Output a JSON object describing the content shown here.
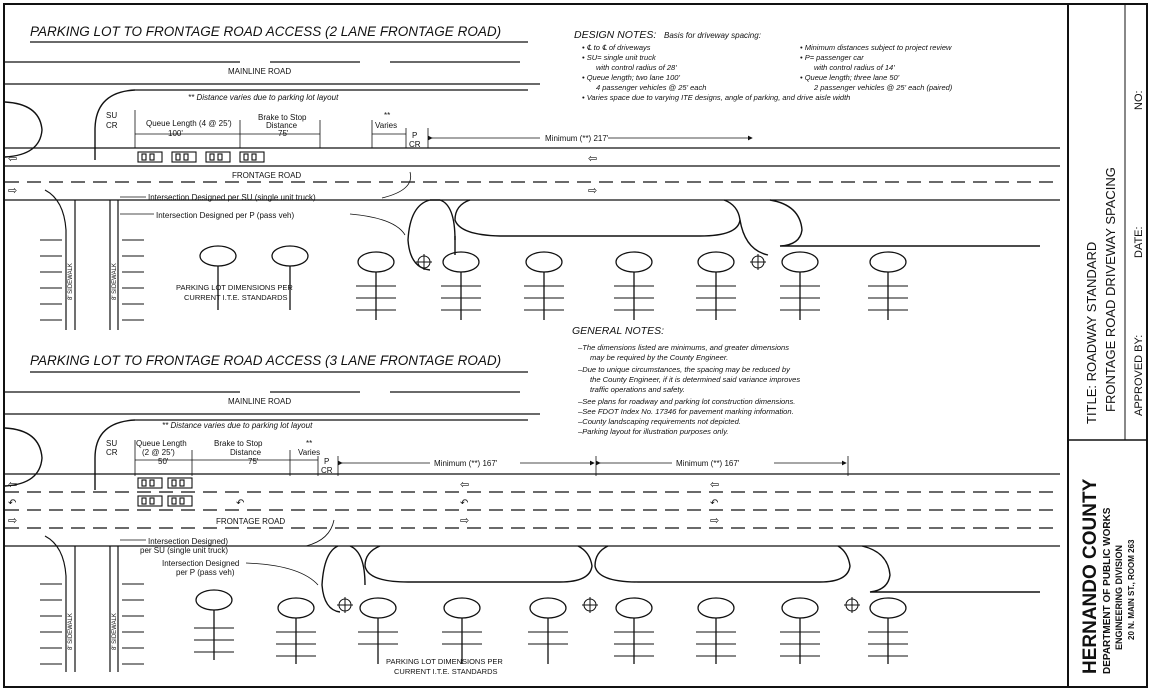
{
  "top_section": {
    "title": "PARKING LOT TO FRONTAGE ROAD ACCESS (2 LANE FRONTAGE ROAD)",
    "mainline_label": "MAINLINE ROAD",
    "distance_note": "** Distance varies due to parking lot layout",
    "su_label": "SU",
    "cr_label": "CR",
    "queue_label": "Queue Length (4 @ 25')",
    "queue_value": "100'",
    "brake_label_1": "Brake to Stop",
    "brake_label_2": "Distance",
    "brake_value": "75'",
    "varies_star": "**",
    "varies_label": "Varies",
    "p_label": "P",
    "p_cr_label": "CR",
    "minimum_label": "Minimum (**) 217'",
    "frontage_label": "FRONTAGE ROAD",
    "su_intersection": "Intersection Designed per SU (single unit truck)",
    "p_intersection": "Intersection Designed per P (pass veh)",
    "sidewalk_label": "8' SIDEWALK",
    "parking_note_1": "PARKING LOT DIMENSIONS PER",
    "parking_note_2": "CURRENT I.T.E. STANDARDS"
  },
  "design_notes": {
    "heading": "DESIGN NOTES:",
    "subheading": "Basis for driveway spacing:",
    "left": [
      "• ℄ to ℄ of driveways",
      "• SU= single unit truck",
      "with control radius of 28'",
      "• Queue length; two lane 100'",
      "4 passenger vehicles @ 25' each",
      "• Varies space due to varying ITE designs, angle of parking, and drive aisle width"
    ],
    "right": [
      "• Minimum distances subject to project review",
      "• P= passenger car",
      "with control radius of 14'",
      "• Queue length; three lane 50'",
      "2 passenger vehicles @ 25' each (paired)"
    ]
  },
  "general_notes": {
    "heading": "GENERAL NOTES:",
    "lines": [
      "–The dimensions listed are minimums, and greater dimensions",
      "may be required by the County Engineer.",
      "–Due to unique circumstances, the spacing may be reduced by",
      "the County Engineer, if it is determined said variance improves",
      "traffic operations and safety.",
      "–See plans for roadway and parking lot construction dimensions.",
      "–See FDOT Index No. 17346 for pavement marking information.",
      "–County landscaping requirements not depicted.",
      "–Parking layout for illustration purposes only."
    ]
  },
  "bottom_section": {
    "title": "PARKING LOT TO FRONTAGE ROAD ACCESS (3 LANE FRONTAGE ROAD)",
    "mainline_label": "MAINLINE ROAD",
    "distance_note": "** Distance varies due to parking lot layout",
    "su_label": "SU",
    "cr_label": "CR",
    "queue_label_1": "Queue Length",
    "queue_label_2": "(2 @ 25')",
    "queue_value": "50'",
    "brake_label_1": "Brake to Stop",
    "brake_label_2": "Distance",
    "brake_value": "75'",
    "varies_star": "**",
    "varies_label": "Varies",
    "p_label": "P",
    "p_cr_label": "CR",
    "minimum_1": "Minimum (**) 167'",
    "minimum_2": "Minimum (**) 167'",
    "frontage_label": "FRONTAGE ROAD",
    "su_intersection_1": "Intersection Designed)",
    "su_intersection_2": "per SU (single unit truck)",
    "p_intersection_1": "Intersection Designed",
    "p_intersection_2": "per P (pass veh)",
    "sidewalk_label": "8' SIDEWALK",
    "parking_note_1": "PARKING LOT DIMENSIONS PER",
    "parking_note_2": "CURRENT I.T.E. STANDARDS"
  },
  "title_block": {
    "title_line_1": "TITLE: ROADWAY STANDARD",
    "title_line_2": "FRONTAGE ROAD DRIVEWAY SPACING",
    "approved_by": "APPROVED BY:",
    "date": "DATE:",
    "no": "NO:",
    "county": "HERNANDO COUNTY",
    "dept": "DEPARTMENT OF PUBLIC WORKS",
    "division": "ENGINEERING DIVISION",
    "address": "20 N. MAIN ST., ROOM 263"
  }
}
